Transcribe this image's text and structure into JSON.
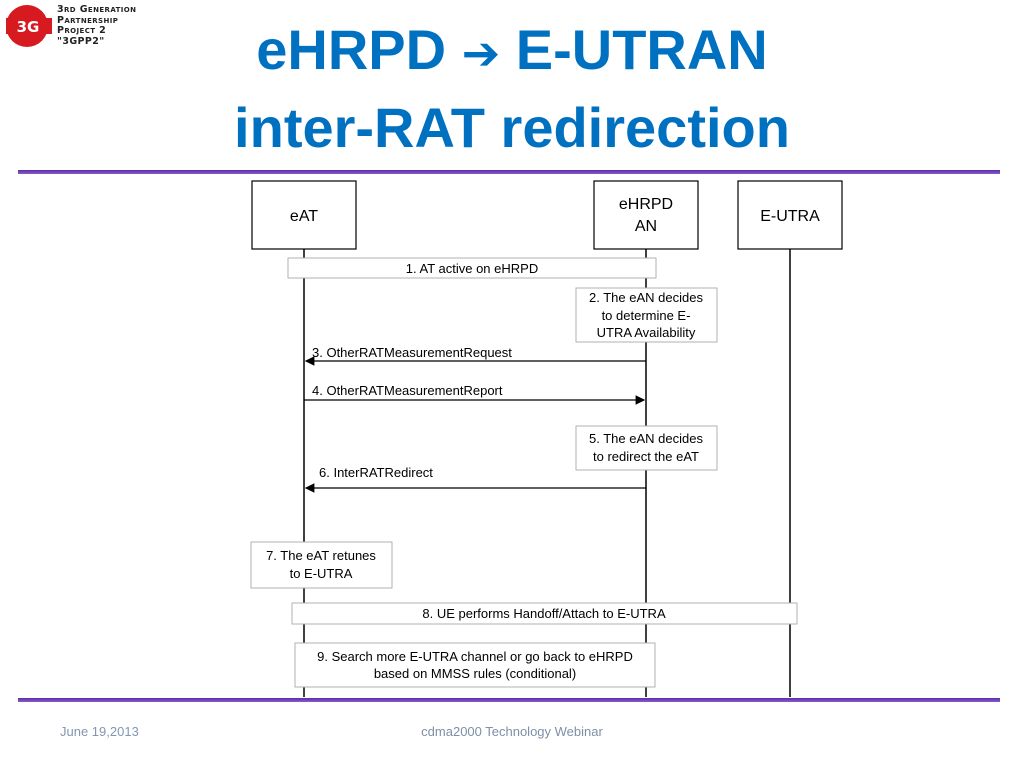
{
  "logo": {
    "badge": "3G",
    "lines": [
      "3rd Generation",
      "Partnership",
      "Project 2",
      "\"3GPP2\""
    ]
  },
  "title": {
    "line1_a": "eHRPD",
    "arrow": "➔",
    "line1_b": "E-UTRAN",
    "line2": "inter-RAT redirection"
  },
  "colors": {
    "title": "#0070c0",
    "rule": "#6a35b8",
    "footer": "#8496b0"
  },
  "diagram": {
    "entities": {
      "eat": "eAT",
      "ehrpd_line1": "eHRPD",
      "ehrpd_line2": "AN",
      "eutra": "E-UTRA"
    },
    "steps": {
      "s1": "1. AT active on eHRPD",
      "s2_l1": "2. The eAN decides",
      "s2_l2": "to determine E-",
      "s2_l3": "UTRA Availability",
      "s3": "3. OtherRATMeasurementRequest",
      "s4": "4. OtherRATMeasurementReport",
      "s5_l1": "5. The eAN decides",
      "s5_l2": "to redirect the eAT",
      "s6": "6. InterRATRedirect",
      "s7_l1": "7. The eAT retunes",
      "s7_l2": "to E-UTRA",
      "s8": "8. UE performs Handoff/Attach to E-UTRA",
      "s9_l1": "9. Search more E-UTRA channel or go back to eHRPD",
      "s9_l2": "based on MMSS rules (conditional)"
    }
  },
  "footer": {
    "date": "June 19,2013",
    "center": "cdma2000 Technology Webinar"
  }
}
